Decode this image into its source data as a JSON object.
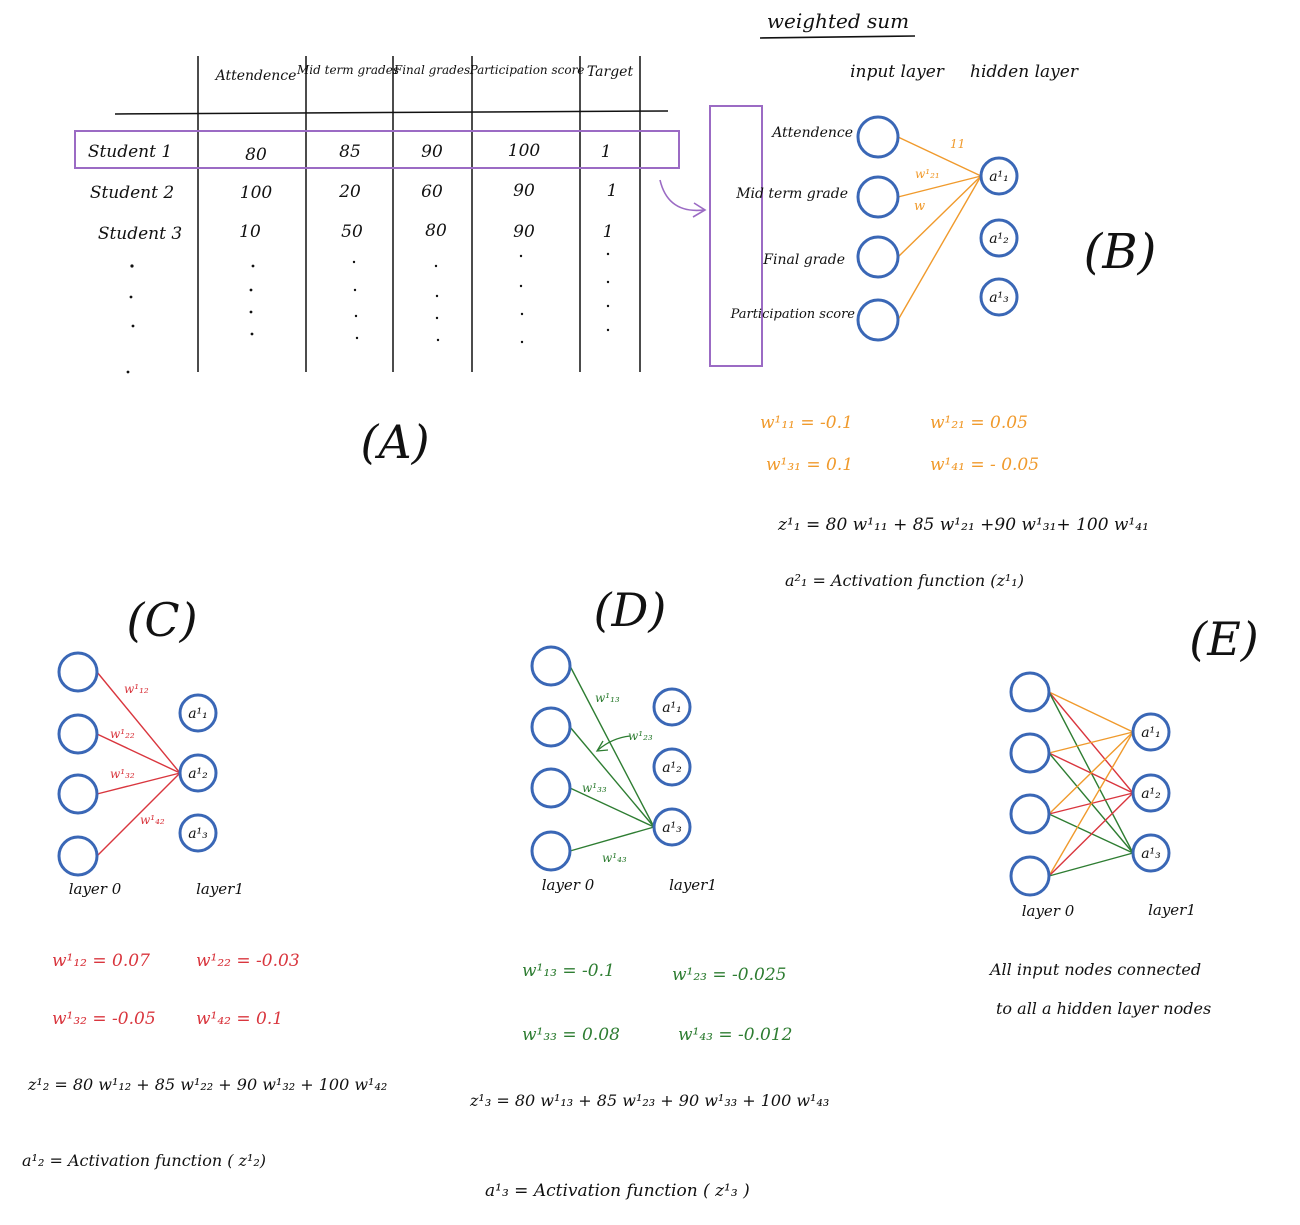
{
  "colors": {
    "node": "#3a67b6",
    "box": "#9b6bc4",
    "orange": "#f09a2c",
    "red": "#d9363e",
    "green": "#2e7d32",
    "ink": "#111111"
  },
  "top_label": "weighted sum",
  "panel_a": {
    "label": "(A)",
    "headers": [
      "Attendence",
      "Mid term grades",
      "Final grades",
      "Participation score",
      "Target"
    ],
    "rows": [
      {
        "name": "Student 1",
        "values": [
          "80",
          "85",
          "90",
          "100",
          "1"
        ]
      },
      {
        "name": "Student 2",
        "values": [
          "100",
          "20",
          "60",
          "90",
          "1"
        ]
      },
      {
        "name": "Student 3",
        "values": [
          "10",
          "50",
          "80",
          "90",
          "1"
        ]
      }
    ]
  },
  "panel_b": {
    "label": "(B)",
    "input_layer": "input layer",
    "hidden_layer": "hidden layer",
    "inputs": [
      "Attendence",
      "Mid term grade",
      "Final grade",
      "Participation score"
    ],
    "hidden": [
      "a¹₁",
      "a¹₂",
      "a¹₃"
    ],
    "edge_labels": [
      "11",
      "w¹₂₁",
      "w"
    ],
    "weights": [
      "w¹₁₁ = -0.1",
      "w¹₂₁ = 0.05",
      "w¹₃₁ = 0.1",
      "w¹₄₁ = - 0.05"
    ],
    "z_eq": "z¹₁ = 80 w¹₁₁ + 85 w¹₂₁ +90 w¹₃₁+ 100 w¹₄₁",
    "a_eq": "a²₁ = Activation function (z¹₁)"
  },
  "panel_c": {
    "label": "(C)",
    "hidden": [
      "a¹₁",
      "a¹₂",
      "a¹₃"
    ],
    "edge_labels": [
      "w¹₁₂",
      "w¹₂₂",
      "w¹₃₂",
      "w¹₄₂"
    ],
    "layer0": "layer 0",
    "layer1": "layer1",
    "weights": [
      "w¹₁₂ = 0.07",
      "w¹₂₂ = -0.03",
      "w¹₃₂ = -0.05",
      "w¹₄₂ = 0.1"
    ],
    "z_eq": "z¹₂ = 80 w¹₁₂ + 85 w¹₂₂ + 90 w¹₃₂ + 100 w¹₄₂",
    "a_eq": "a¹₂ = Activation function ( z¹₂)"
  },
  "panel_d": {
    "label": "(D)",
    "hidden": [
      "a¹₁",
      "a¹₂",
      "a¹₃"
    ],
    "edge_labels": [
      "w¹₁₃",
      "w¹₂₃",
      "w¹₃₃",
      "w¹₄₃"
    ],
    "layer0": "layer 0",
    "layer1": "layer1",
    "weights": [
      "w¹₁₃ = -0.1",
      "w¹₂₃ = -0.025",
      "w¹₃₃ = 0.08",
      "w¹₄₃ = -0.012"
    ],
    "z_eq": "z¹₃ = 80 w¹₁₃ + 85 w¹₂₃ + 90 w¹₃₃ + 100 w¹₄₃",
    "a_eq": "a¹₃ = Activation function ( z¹₃ )"
  },
  "panel_e": {
    "label": "(E)",
    "hidden": [
      "a¹₁",
      "a¹₂",
      "a¹₃"
    ],
    "layer0": "layer 0",
    "layer1": "layer1",
    "note_line1": "All input nodes connected",
    "note_line2": "to all a hidden layer nodes"
  }
}
